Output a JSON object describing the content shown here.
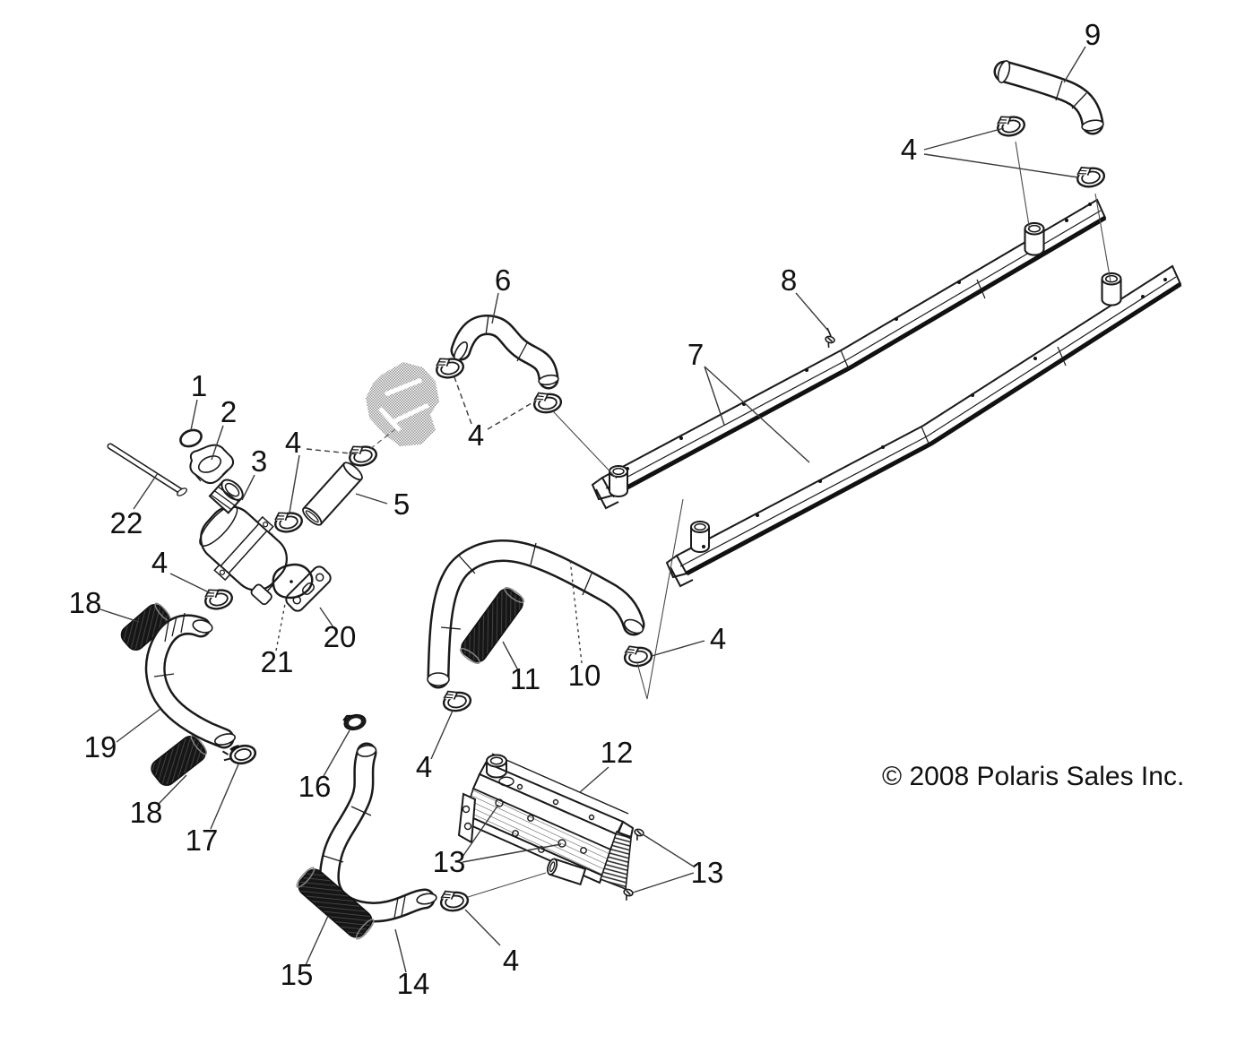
{
  "diagram": {
    "copyright": "© 2008 Polaris Sales Inc.",
    "colors": {
      "ink": "#1a1a1a",
      "background": "#ffffff",
      "ghost_engine": "#8e8e8e"
    },
    "callouts": [
      {
        "ref": "9"
      },
      {
        "ref": "4"
      },
      {
        "ref": "6"
      },
      {
        "ref": "8"
      },
      {
        "ref": "7"
      },
      {
        "ref": "1"
      },
      {
        "ref": "2"
      },
      {
        "ref": "4"
      },
      {
        "ref": "3"
      },
      {
        "ref": "22"
      },
      {
        "ref": "5"
      },
      {
        "ref": "4"
      },
      {
        "ref": "18"
      },
      {
        "ref": "4"
      },
      {
        "ref": "20"
      },
      {
        "ref": "21"
      },
      {
        "ref": "11"
      },
      {
        "ref": "10"
      },
      {
        "ref": "4"
      },
      {
        "ref": "19"
      },
      {
        "ref": "16"
      },
      {
        "ref": "18"
      },
      {
        "ref": "17"
      },
      {
        "ref": "4"
      },
      {
        "ref": "12"
      },
      {
        "ref": "13"
      },
      {
        "ref": "13"
      },
      {
        "ref": "15"
      },
      {
        "ref": "14"
      },
      {
        "ref": "4"
      }
    ]
  }
}
